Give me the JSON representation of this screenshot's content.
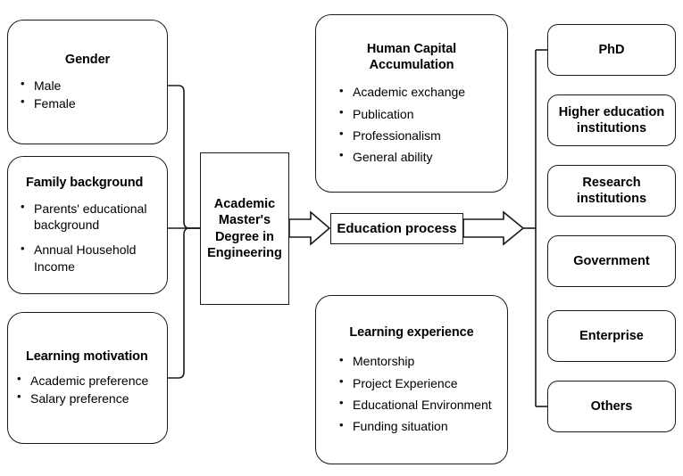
{
  "diagram": {
    "title_present": false,
    "stroke_color": "#1a1a1a",
    "background_color": "#ffffff",
    "inputs": [
      {
        "id": "gender",
        "title": "Gender",
        "bullets": [
          "Male",
          "Female"
        ]
      },
      {
        "id": "family-background",
        "title": "Family background",
        "bullets": [
          "Parents' educational background",
          "Annual Household Income"
        ]
      },
      {
        "id": "learning-motivation",
        "title": "Learning motivation",
        "bullets": [
          "Academic preference",
          "Salary preference"
        ]
      }
    ],
    "center": {
      "id": "academic-masters-degree",
      "label": "Academic Master's Degree in Engineering"
    },
    "middle": [
      {
        "id": "human-capital-accumulation",
        "title": "Human Capital Accumulation",
        "bullets": [
          "Academic exchange",
          "Publication",
          "Professionalism",
          "General ability"
        ]
      },
      {
        "id": "learning-experience",
        "title": "Learning experience",
        "bullets": [
          "Mentorship",
          "Project Experience",
          "Educational Environment",
          "Funding situation"
        ]
      }
    ],
    "process": {
      "id": "education-process",
      "label": "Education process"
    },
    "outcomes": [
      {
        "id": "phd",
        "label": "PhD"
      },
      {
        "id": "higher-education-institutions",
        "label": "Higher education institutions"
      },
      {
        "id": "research-institutions",
        "label": "Research institutions"
      },
      {
        "id": "government",
        "label": "Government"
      },
      {
        "id": "enterprise",
        "label": "Enterprise"
      },
      {
        "id": "others",
        "label": "Others"
      }
    ]
  }
}
